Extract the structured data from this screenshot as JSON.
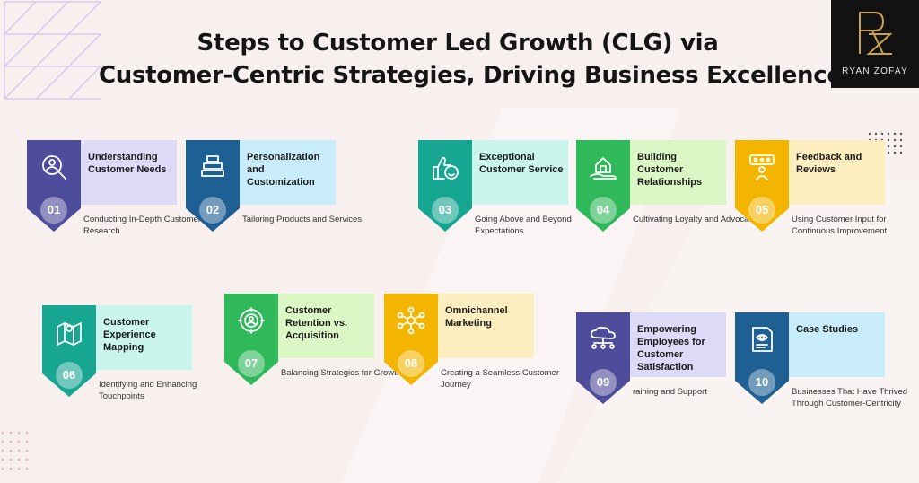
{
  "title": {
    "line1": "Steps to Customer Led Growth (CLG) via",
    "line2": "Customer-Centric Strategies, Driving Business Excellence."
  },
  "logo": {
    "name": "RYAN ZOFAY",
    "mark": "RZ"
  },
  "colors": {
    "purple": "#4e4d9b",
    "lavender": "#dcdaf6",
    "blue": "#1e5f94",
    "skyblue": "#c9ecfa",
    "teal": "#17a692",
    "mint": "#c9f5ec",
    "green": "#2fb95a",
    "lightgreen": "#dbf6c5",
    "yellow": "#f3b500",
    "cream": "#fdeec0"
  },
  "steps": [
    {
      "num": "01",
      "title": "Understanding Customer Needs",
      "desc": "Conducting In-Depth Customer Research",
      "icon": "search-person-icon",
      "color": "purple"
    },
    {
      "num": "02",
      "title": "Personalization and Customization",
      "desc": "Tailoring Products and Services",
      "icon": "stacked-bars-icon",
      "color": "blue"
    },
    {
      "num": "03",
      "title": "Exceptional Customer Service",
      "desc": "Going Above and Beyond Expectations",
      "icon": "thumbs-up-smile-icon",
      "color": "teal"
    },
    {
      "num": "04",
      "title": "Building Customer Relationships",
      "desc": "Cultivating Loyalty and Advocacy",
      "icon": "hand-house-icon",
      "color": "green"
    },
    {
      "num": "05",
      "title": "Feedback and Reviews",
      "desc": "Using Customer Input for Continuous Improvement",
      "icon": "star-rating-person-icon",
      "color": "yellow"
    },
    {
      "num": "06",
      "title": "Customer Experience Mapping",
      "desc": "Identifying and Enhancing Touchpoints",
      "icon": "map-pin-icon",
      "color": "teal"
    },
    {
      "num": "07",
      "title": "Customer Retention vs. Acquisition",
      "desc": "Balancing Strategies for Growth",
      "icon": "gear-people-icon",
      "color": "green"
    },
    {
      "num": "08",
      "title": "Omnichannel Marketing",
      "desc": "Creating a Seamless Customer Journey",
      "icon": "network-icon",
      "color": "yellow"
    },
    {
      "num": "09",
      "title": "Empowering Employees for Customer Satisfaction",
      "desc": "raining and Support",
      "icon": "cloud-people-icon",
      "color": "purple"
    },
    {
      "num": "10",
      "title": "Case Studies",
      "desc": "Businesses That Have Thrived Through Customer-Centricity",
      "icon": "document-eye-icon",
      "color": "blue"
    }
  ]
}
